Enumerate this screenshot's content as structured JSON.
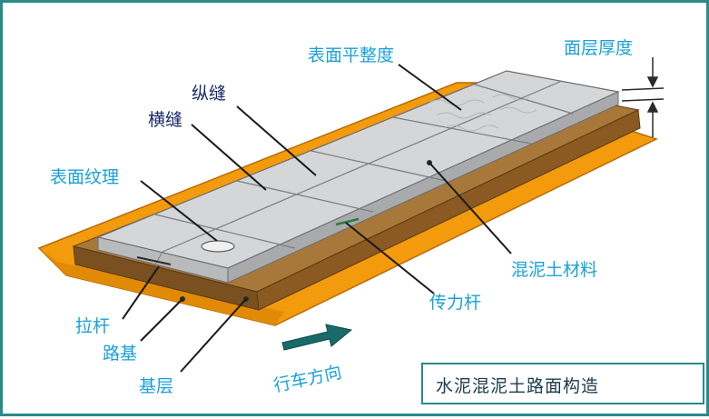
{
  "labels": {
    "surface_flatness": "表面平整度",
    "surface_thickness": "面层厚度",
    "longitudinal_joint": "纵缝",
    "transverse_joint": "横缝",
    "surface_texture": "表面纹理",
    "concrete_material": "混泥土材料",
    "dowel_bar": "传力杆",
    "tie_bar": "拉杆",
    "subgrade": "路基",
    "base_layer": "基层",
    "driving_direction": "行车方向"
  },
  "title": "水泥混泥土路面构造",
  "colors": {
    "subgrade": "#f39a0d",
    "base": "#9a6a2a",
    "slab_top": "#d4d6d8",
    "slab_side": "#b4b6b8",
    "label": "#1aa0d8",
    "label_dark": "#1a2a6a",
    "arrow": "#1a6a6a",
    "frame": "#2a8a8a"
  }
}
